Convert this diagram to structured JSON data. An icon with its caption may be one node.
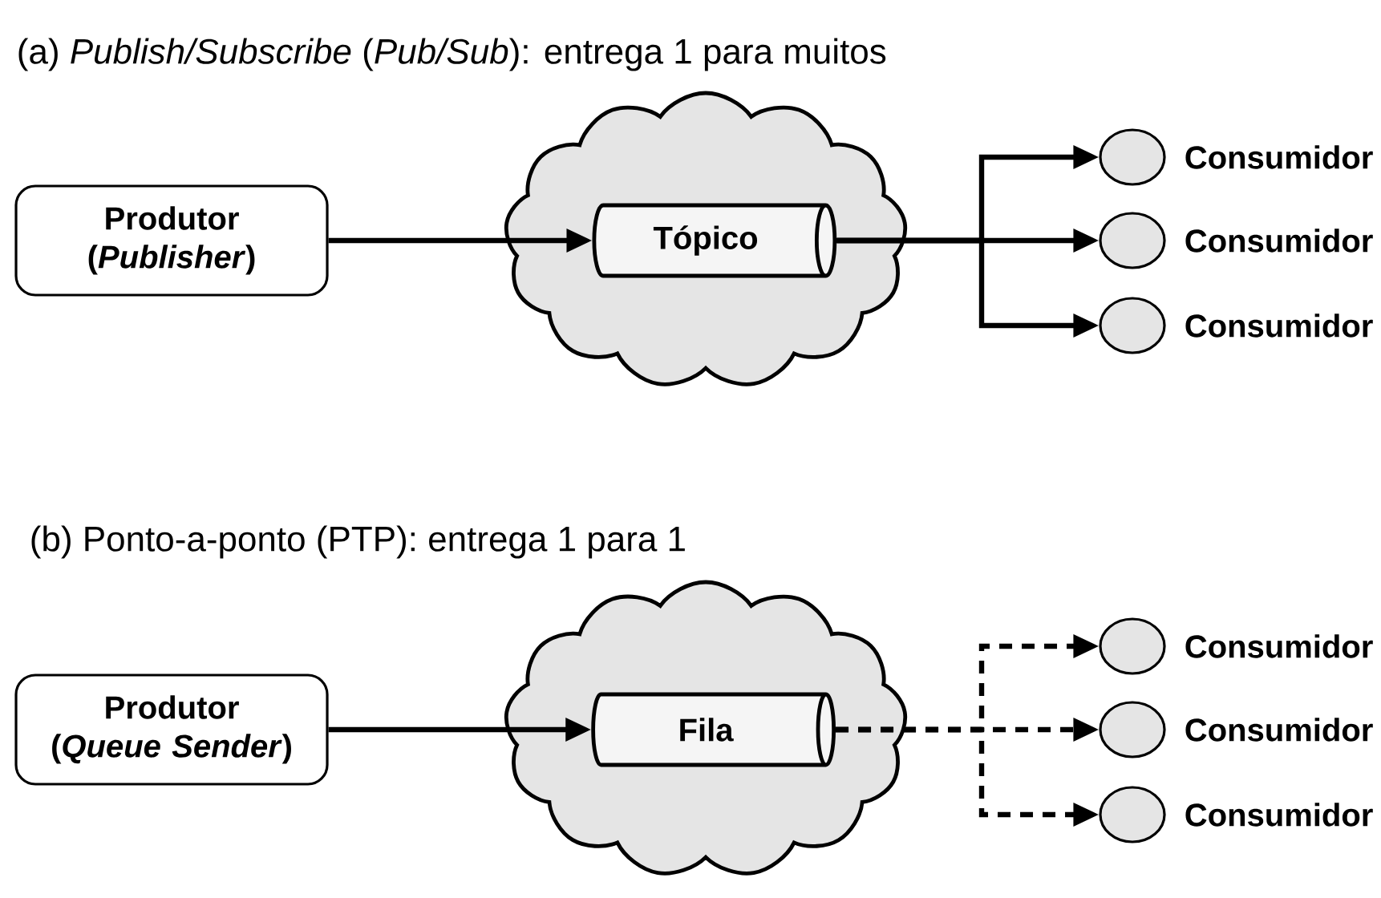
{
  "diagram": {
    "nodes": [
      {
        "text": [
          "Produtor (*Publisher*)"
        ]
      },
      {
        "text": [],
        "shape": "cloud"
      },
      {
        "text": [
          "Tópico"
        ],
        "in": 1
      },
      {
        "text": [],
        "shape": "circle",
        "beside": [
          "Consumidor"
        ]
      },
      {
        "text": [],
        "shape": "circle",
        "beside": [
          "Consumidor"
        ]
      },
      {
        "text": [],
        "shape": "circle",
        "beside": [
          "Consumidor"
        ]
      },
      {
        "text": [
          "Produtor (*Queue Sender*)"
        ]
      },
      {
        "text": [],
        "shape": "cloud"
      },
      {
        "text": [
          "Fila"
        ],
        "in": 7
      },
      {
        "text": [],
        "shape": "circle",
        "beside": [
          "Consumidor"
        ]
      },
      {
        "text": [],
        "shape": "circle",
        "beside": [
          "Consumidor"
        ]
      },
      {
        "text": [],
        "shape": "circle",
        "beside": [
          "Consumidor"
        ]
      }
    ],
    "edges": [
      {
        "from": 0,
        "to": 2,
        "arrow": "to"
      },
      {
        "from": 2,
        "to": 3,
        "arrow": "to"
      },
      {
        "from": 2,
        "to": 4,
        "arrow": "to"
      },
      {
        "from": 2,
        "to": 5,
        "arrow": "to"
      },
      {
        "from": 6,
        "to": 8,
        "arrow": "to"
      },
      {
        "from": 8,
        "to": 9,
        "arrow": "to",
        "style": "dashed"
      },
      {
        "from": 8,
        "to": 10,
        "arrow": "to",
        "style": "dashed"
      },
      {
        "from": 8,
        "to": 11,
        "arrow": "to",
        "style": "dashed"
      }
    ],
    "labels": [
      "(a) *Publish/Subscribe* (*Pub/Sub*): entrega 1 para muitos",
      "(b) Ponto-a-ponto (PTP): entrega 1 para 1"
    ]
  }
}
